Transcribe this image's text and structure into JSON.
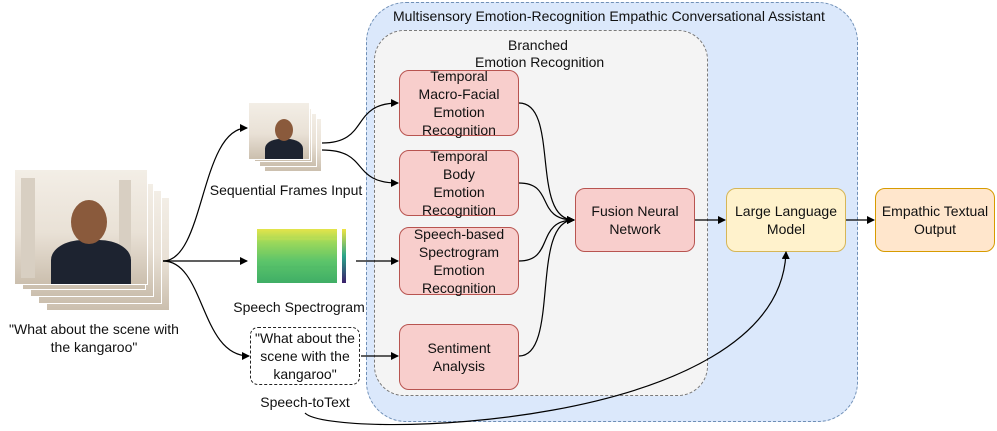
{
  "outer_title": "Multisensory Emotion-Recognition Empathic Conversational Assistant",
  "inner_title_line1": "Branched",
  "inner_title_line2": "Emotion Recognition",
  "input_caption_line1": "\"What about the scene with",
  "input_caption_line2": "the kangaroo\"",
  "frames_label": "Sequential Frames Input",
  "spectrogram_label": "Speech Spectrogram",
  "stt_label": "Speech-toText",
  "stt_box": {
    "l1": "\"What about the",
    "l2": "scene with the",
    "l3": "kangaroo\""
  },
  "modules": [
    {
      "lines": [
        "Temporal",
        "Macro-Facial",
        "Emotion",
        "Recognition"
      ]
    },
    {
      "lines": [
        "Temporal",
        "Body",
        "Emotion",
        "Recognition"
      ]
    },
    {
      "lines": [
        "Speech-based",
        "Spectrogram",
        "Emotion",
        "Recognition"
      ]
    },
    {
      "lines": [
        "Sentiment",
        "Analysis"
      ]
    }
  ],
  "fusion": {
    "l1": "Fusion Neural",
    "l2": "Network"
  },
  "llm": {
    "l1": "Large Language",
    "l2": "Model"
  },
  "output": {
    "l1": "Empathic Textual",
    "l2": "Output"
  },
  "colors": {
    "outer_fill": "#dbe8fb",
    "inner_fill": "#f4f4f4",
    "module_fill": "#f8cecc",
    "module_border": "#b85450",
    "llm_fill": "#fff2cc",
    "output_fill": "#ffe6cc",
    "spectrogram_green": "#5cc46a",
    "spectrogram_yellow": "#e4e44a"
  }
}
